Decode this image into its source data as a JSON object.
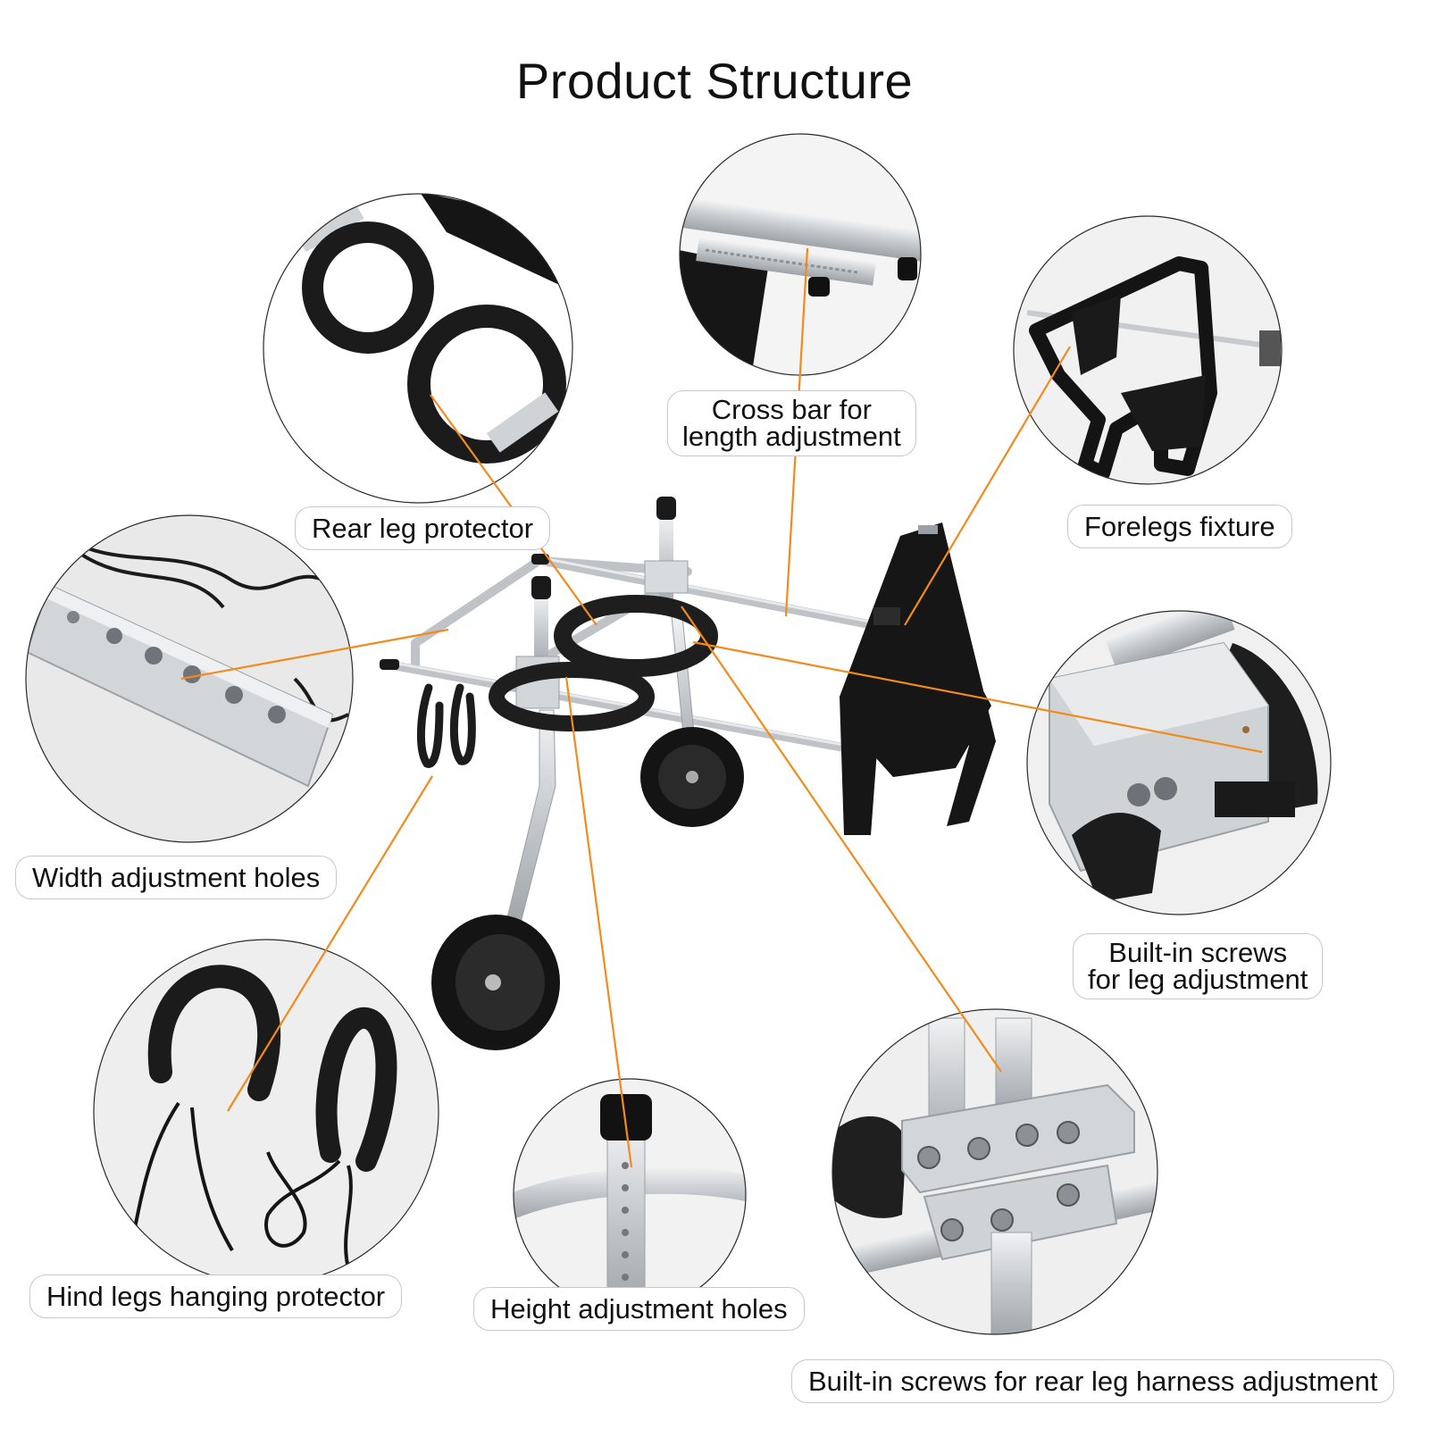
{
  "title": "Product Structure",
  "colors": {
    "leader_line": "#f28a1c",
    "frame": "#c9cdd1",
    "foam": "#1f1f1f",
    "harness": "#151515",
    "callout_border": "#2a2a2a",
    "label_border": "#c8c8c8"
  },
  "callouts": {
    "rear_leg_protector": {
      "label": "Rear leg protector",
      "icon": "foam-ring-icon"
    },
    "cross_bar": {
      "line1": "Cross bar for",
      "line2": "length adjustment",
      "icon": "aluminum-bar-icon"
    },
    "forelegs_fixture": {
      "label": "Forelegs fixture",
      "icon": "harness-icon"
    },
    "width_adjustment_holes": {
      "label": "Width adjustment holes",
      "icon": "perforated-bar-icon"
    },
    "leg_screws": {
      "line1": "Built-in screws",
      "line2": "for leg adjustment",
      "icon": "connector-block-icon"
    },
    "hind_legs_hanging_protector": {
      "label": "Hind legs hanging protector",
      "icon": "foam-loop-icon"
    },
    "height_adjustment_holes": {
      "label": "Height adjustment holes",
      "icon": "height-rod-icon"
    },
    "rear_harness_screws": {
      "label": "Built-in screws for rear leg harness adjustment",
      "icon": "screw-block-icon"
    }
  }
}
